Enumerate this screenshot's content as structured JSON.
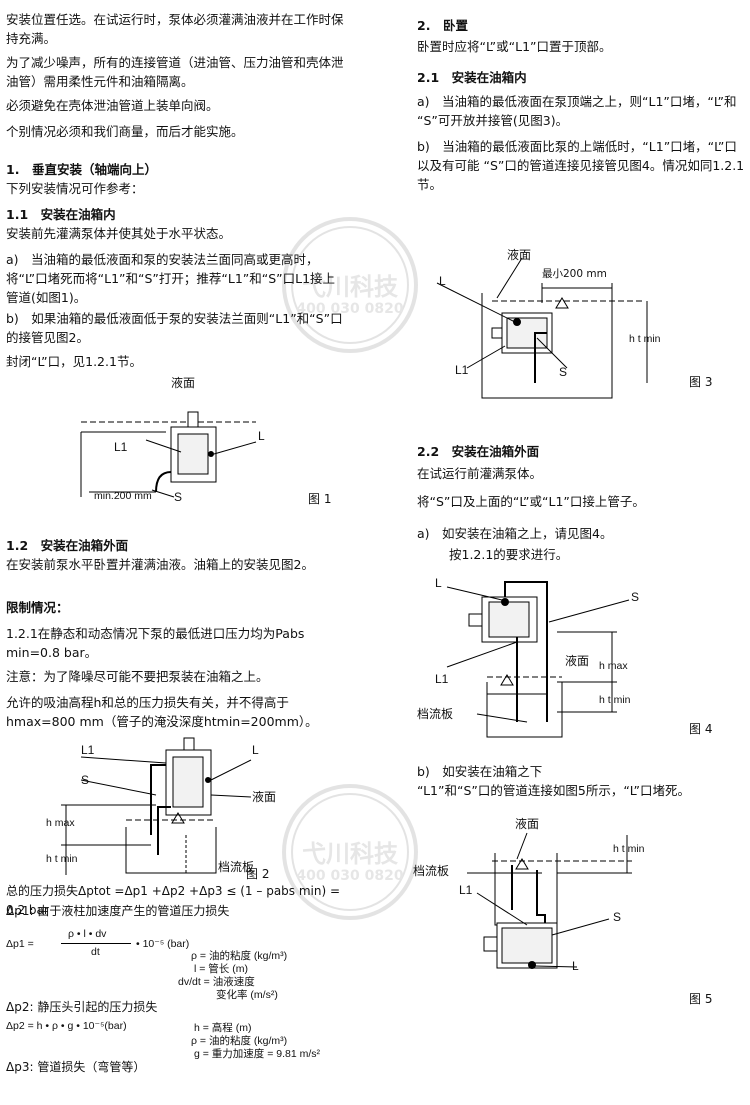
{
  "left": {
    "p1": "安装位置任选。在试运行时，泵体必须灌满油液并在工作时保持充满。",
    "p2": "为了减少噪声，所有的连接管道（进油管、压力油管和壳体泄油管）需用柔性元件和油箱隔离。",
    "p3": "必须避免在壳体泄油管道上装单向阀。",
    "p4": "个别情况必须和我们商量，而后才能实施。",
    "h1": "1.　垂直安装（轴端向上）",
    "h1_sub": "下列安装情况可作参考：",
    "h11": "1.1　安装在油箱内",
    "h11_sub": "安装前先灌满泵体并使其处于水平状态。",
    "pa": "a)　当油箱的最低液面和泵的安装法兰面同高或更高时，将“L”口堵死而将“L1”和“S”打开；推荐“L1”和“S”口L1接上管道(如图1)。",
    "pb": "b)　如果油箱的最低液面低于泵的安装法兰面则“L1”和“S”口的接管见图2。",
    "pc": "封闭“L”口，见1.2.1节。",
    "fig1": {
      "surface": "液面",
      "L1": "L1",
      "L": "L",
      "S": "S",
      "dim": "min.200 mm",
      "caption": "图 1"
    },
    "h12": "1.2　安装在油箱外面",
    "h12_sub": "在安装前泵水平卧置并灌满油液。油箱上的安装见图2。",
    "h_limit": "限制情况：",
    "p121": "1.2.1在静态和动态情况下泵的最低进口压力均为Pabs min=0.8 bar。",
    "note": "注意：为了降噪尽可能不要把泵装在油箱之上。",
    "p_suction": "允许的吸油高程h和总的压力损失有关，并不得高于hmax=800 mm（管子的淹没深度htmin=200mm）。",
    "fig2": {
      "L1": "L1",
      "L": "L",
      "S": "S",
      "surface": "液面",
      "baffle": "档流板",
      "hmax": "h max",
      "hmin": "h t min",
      "caption": "图 2"
    },
    "total_loss": "总的压力损失Δptot =Δp1 +Δp2 +Δp3 ≤ (1 – pabs min) = 0.2 bar",
    "dp1_title": "Δp1: 由于液柱加速度产生的管道压力损失",
    "dp1_eq": "Δp1 =",
    "dp1_num": "ρ • l • dv",
    "dp1_den": "dt",
    "dp1_tail": "• 10⁻⁵ (bar)",
    "dp1_rho": "ρ = 油的粘度 (kg/m³)",
    "dp1_l": "l = 管长 (m)",
    "dp1_dv": "dv/dt = 油液速度",
    "dp1_dv2": "变化率 (m/s²)",
    "dp2_title": "Δp2: 静压头引起的压力损失",
    "dp2_eq": "Δp2 = h • ρ • g • 10⁻⁵(bar)",
    "dp2_h": "h = 高程 (m)",
    "dp2_rho": "ρ = 油的粘度 (kg/m³)",
    "dp2_g": "g = 重力加速度 = 9.81 m/s²",
    "dp3_title": "Δp3: 管道损失（弯管等）"
  },
  "right": {
    "h2": "2.　卧置",
    "h2_sub": "卧置时应将“L”或“L1”口置于顶部。",
    "h21": "2.1　安装在油箱内",
    "pa": "a)　当油箱的最低液面在泵顶端之上，则“L1”口堵，“L”和 “S”可开放并接管(见图3)。",
    "pb": "b)　当油箱的最低液面比泵的上端低时，“L1”口堵，“L”口以及有可能 “S”口的管道连接见接管见图4。情况如同1.2.1节。",
    "fig3": {
      "surface": "液面",
      "dim": "最小200 mm",
      "L": "L",
      "L1": "L1",
      "S": "S",
      "ht": "h t min",
      "caption": "图 3"
    },
    "h22": "2.2　安装在油箱外面",
    "h22_sub": "在试运行前灌满泵体。",
    "p22": "将“S”口及上面的“L”或“L1”口接上管子。",
    "pa2": "a)　如安装在油箱之上，请见图4。",
    "pa2b": "按1.2.1的要求进行。",
    "fig4": {
      "L": "L",
      "S": "S",
      "surface": "液面",
      "L1": "L1",
      "baffle": "档流板",
      "hmax": "h max",
      "hmin": "h t min",
      "caption": "图 4"
    },
    "pb2": "b)　如安装在油箱之下",
    "pb2b": "“L1”和“S”口的管道连接如图5所示，“L”口堵死。",
    "fig5": {
      "surface": "液面",
      "baffle": "档流板",
      "L1": "L1",
      "S": "S",
      "L": "L",
      "ht": "h t min",
      "caption": "图 5"
    }
  },
  "watermark": {
    "logo": "弋川科技",
    "phone": "400 030 0820"
  }
}
